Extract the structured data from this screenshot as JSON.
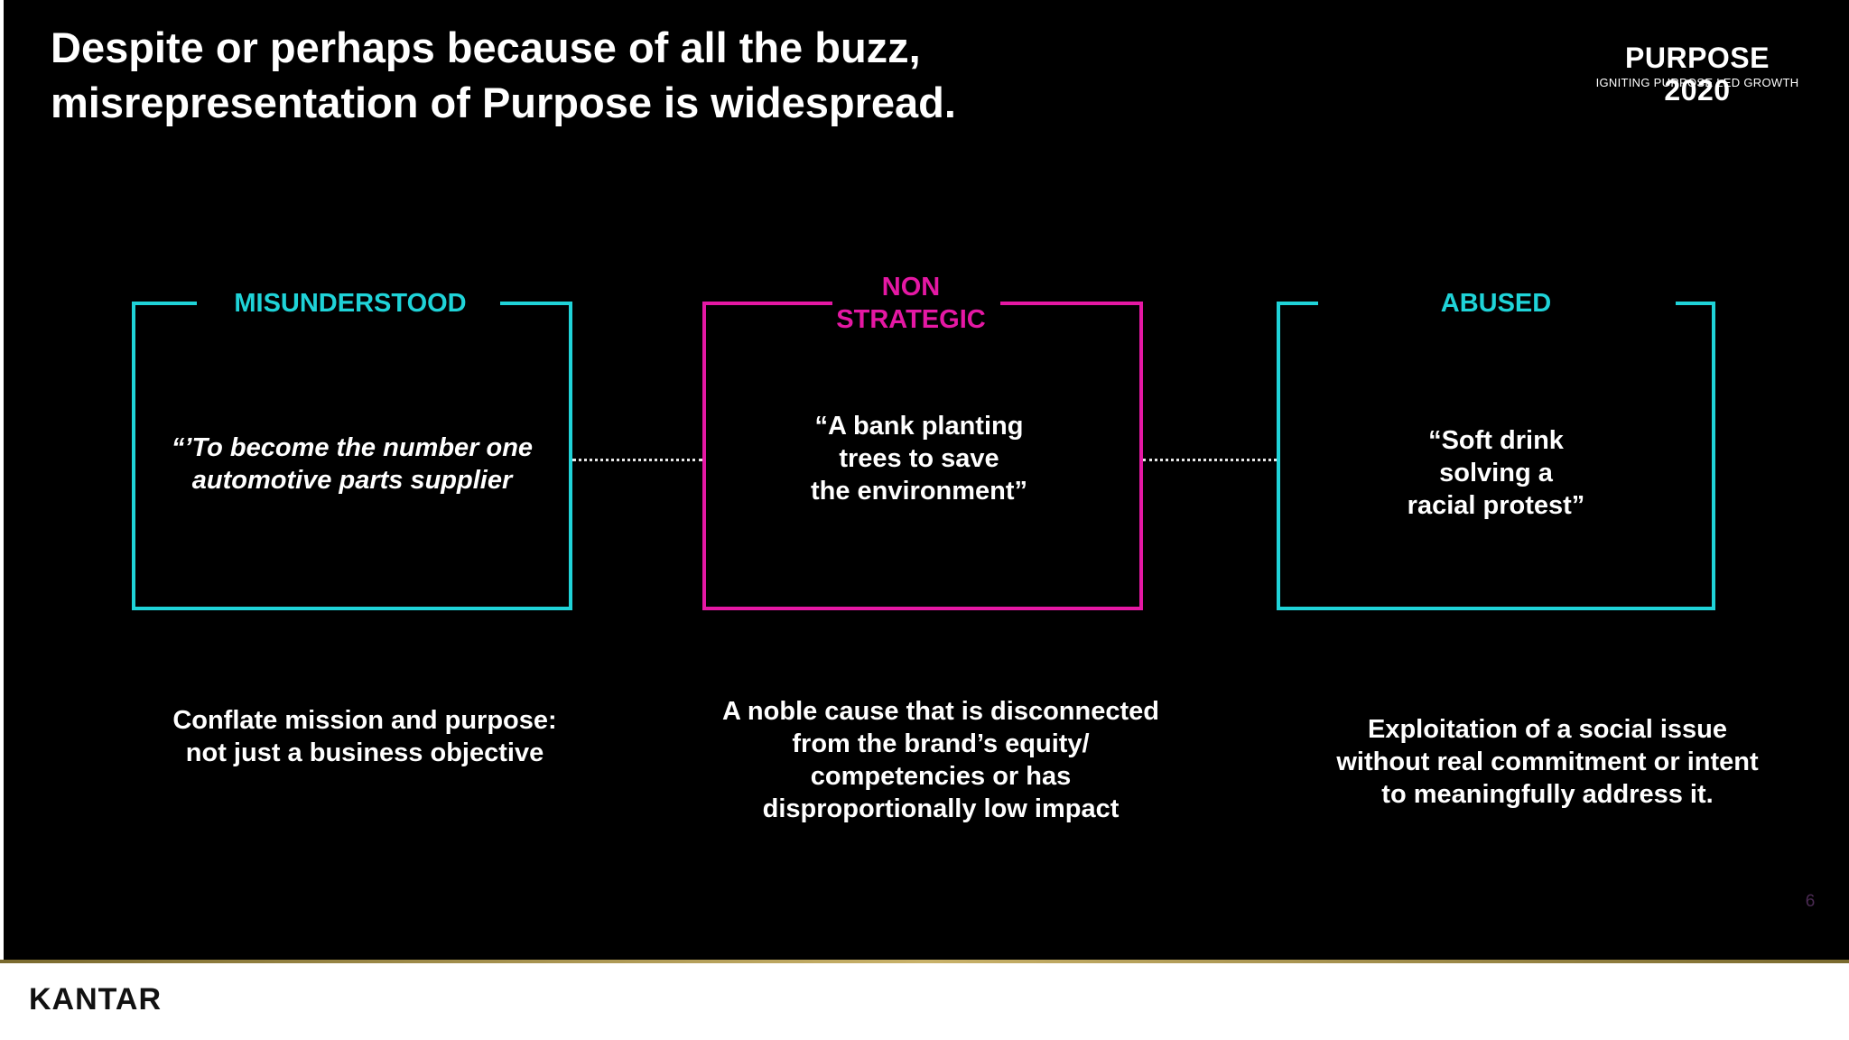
{
  "slide": {
    "title_line1": "Despite or perhaps because of all the buzz,",
    "title_line2": "misrepresentation of Purpose is widespread.",
    "brand": {
      "name": "PURPOSE 2020",
      "tagline": "IGNITING PURPOSE LED GROWTH"
    },
    "columns": [
      {
        "label_line1": "MISUNDERSTOOD",
        "label_line2": "",
        "quote_line1": "“’To become the number one",
        "quote_line2": "automotive parts supplier",
        "quote_line3": "",
        "desc_line1": "Conflate mission and purpose:",
        "desc_line2": "not just a business objective",
        "desc_line3": "",
        "desc_line4": "",
        "accent": "#1fd3d8"
      },
      {
        "label_line1": "NON",
        "label_line2": "STRATEGIC",
        "quote_line1": "“A bank planting",
        "quote_line2": "trees to save",
        "quote_line3": "the environment”",
        "desc_line1": "A noble cause  that is disconnected",
        "desc_line2": "from the brand’s  equity/",
        "desc_line3": "competencies or has",
        "desc_line4": "disproportionally  low impact",
        "accent": "#e518a4"
      },
      {
        "label_line1": "ABUSED",
        "label_line2": "",
        "quote_line1": "“Soft drink",
        "quote_line2": "solving a",
        "quote_line3": "racial protest”",
        "desc_line1": "Exploitation of  a social issue",
        "desc_line2": "without real commitment or intent",
        "desc_line3": "to meaningfully address it.",
        "desc_line4": "",
        "accent": "#1fd3d8"
      }
    ],
    "page_number": "6"
  },
  "footer": {
    "logo": "KANTAR"
  },
  "colors": {
    "background": "#000000",
    "cyan": "#1fd3d8",
    "magenta": "#e518a4",
    "footer": "#ffffff"
  }
}
